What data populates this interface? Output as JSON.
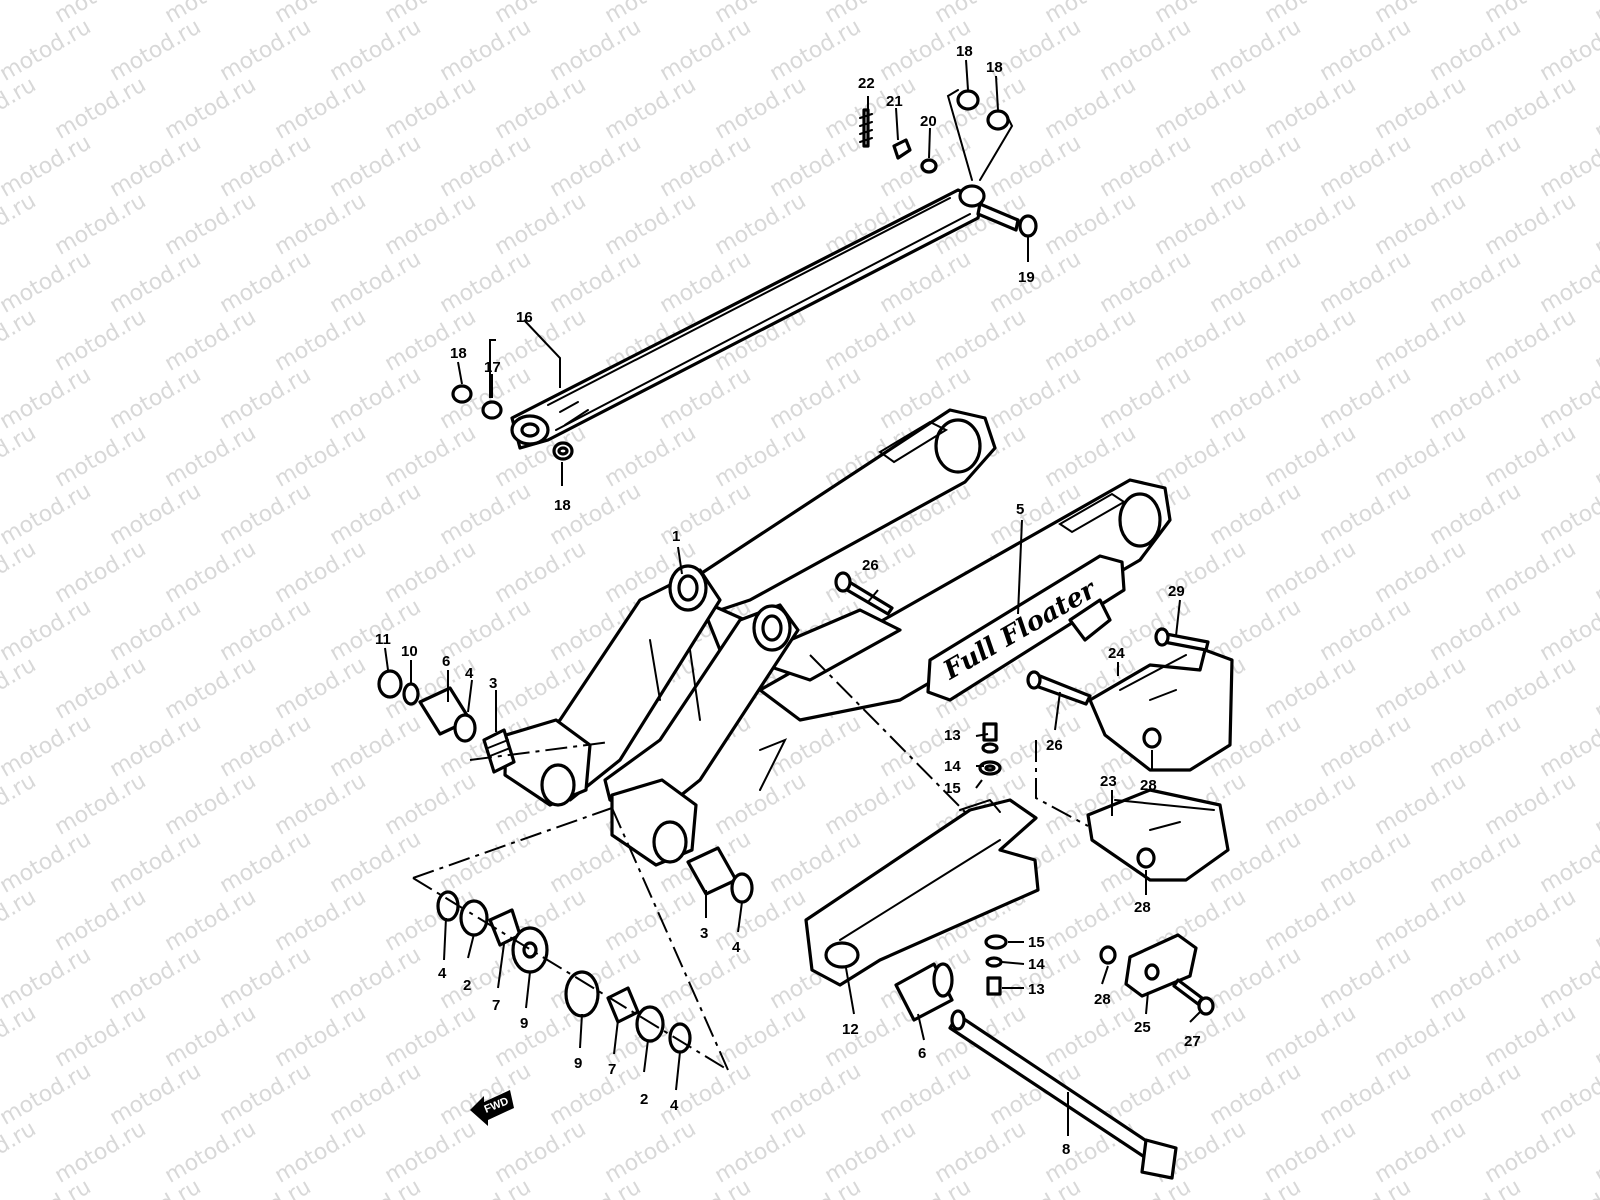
{
  "watermark": "motod.ru",
  "direction_badge": "FWD",
  "swingarm_decal": "Full Floater",
  "callouts": [
    {
      "id": "c1",
      "text": "1"
    },
    {
      "id": "c2a",
      "text": "2"
    },
    {
      "id": "c2b",
      "text": "2"
    },
    {
      "id": "c3a",
      "text": "3"
    },
    {
      "id": "c3b",
      "text": "3"
    },
    {
      "id": "c4a",
      "text": "4"
    },
    {
      "id": "c4b",
      "text": "4"
    },
    {
      "id": "c4c",
      "text": "4"
    },
    {
      "id": "c4d",
      "text": "4"
    },
    {
      "id": "c5",
      "text": "5"
    },
    {
      "id": "c6a",
      "text": "6"
    },
    {
      "id": "c6b",
      "text": "6"
    },
    {
      "id": "c7a",
      "text": "7"
    },
    {
      "id": "c7b",
      "text": "7"
    },
    {
      "id": "c8",
      "text": "8"
    },
    {
      "id": "c9a",
      "text": "9"
    },
    {
      "id": "c9b",
      "text": "9"
    },
    {
      "id": "c10",
      "text": "10"
    },
    {
      "id": "c11",
      "text": "11"
    },
    {
      "id": "c12",
      "text": "12"
    },
    {
      "id": "c13a",
      "text": "13"
    },
    {
      "id": "c13b",
      "text": "13"
    },
    {
      "id": "c14a",
      "text": "14"
    },
    {
      "id": "c14b",
      "text": "14"
    },
    {
      "id": "c15a",
      "text": "15"
    },
    {
      "id": "c15b",
      "text": "15"
    },
    {
      "id": "c16",
      "text": "16"
    },
    {
      "id": "c17",
      "text": "17"
    },
    {
      "id": "c18a",
      "text": "18"
    },
    {
      "id": "c18b",
      "text": "18"
    },
    {
      "id": "c18c",
      "text": "18"
    },
    {
      "id": "c18d",
      "text": "18"
    },
    {
      "id": "c19",
      "text": "19"
    },
    {
      "id": "c20",
      "text": "20"
    },
    {
      "id": "c21",
      "text": "21"
    },
    {
      "id": "c22",
      "text": "22"
    },
    {
      "id": "c23",
      "text": "23"
    },
    {
      "id": "c24",
      "text": "24"
    },
    {
      "id": "c25",
      "text": "25"
    },
    {
      "id": "c26a",
      "text": "26"
    },
    {
      "id": "c26b",
      "text": "26"
    },
    {
      "id": "c27",
      "text": "27"
    },
    {
      "id": "c28a",
      "text": "28"
    },
    {
      "id": "c28b",
      "text": "28"
    },
    {
      "id": "c28c",
      "text": "28"
    },
    {
      "id": "c29",
      "text": "29"
    }
  ]
}
